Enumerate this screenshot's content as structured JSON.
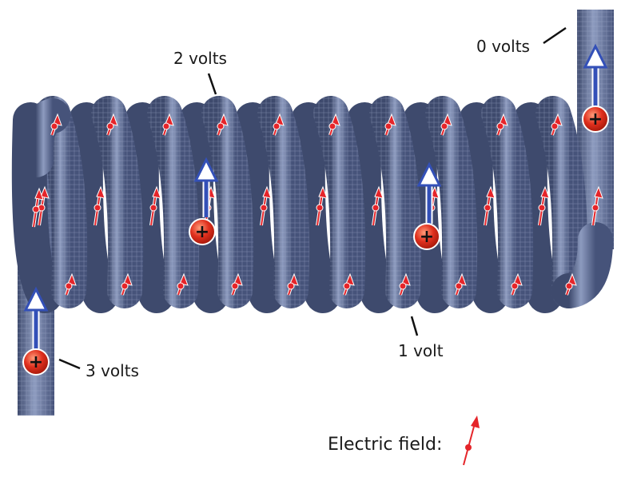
{
  "labels": {
    "zero": "0 volts",
    "two": "2 volts",
    "one": "1 volt",
    "three": "3 volts"
  },
  "legend": {
    "text": "Electric field:"
  },
  "charge_symbol": "+",
  "colors": {
    "wire": "#5f6f95",
    "wire_dark": "#3e4a6d",
    "wire_light": "#9aa7c7",
    "field_arrow": "#e5252a",
    "charge": "#e0301e",
    "current_arrow": "#3350b8"
  }
}
